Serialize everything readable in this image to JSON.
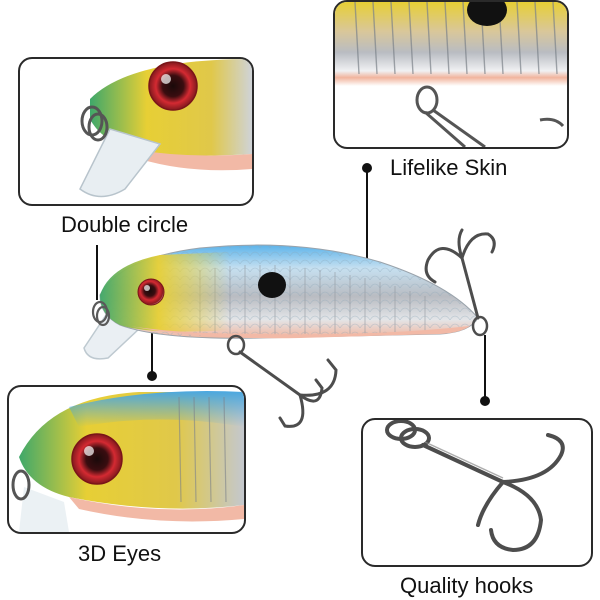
{
  "callouts": {
    "lifelike_skin": "Lifelike Skin",
    "double_circle": "Double circle",
    "eyes_3d": "3D Eyes",
    "quality_hooks": "Quality hooks"
  },
  "colors": {
    "back_blue": "#4aa7e0",
    "head_yellow": "#e7cf35",
    "head_green": "#3fa86a",
    "belly_pink": "#f2b9a6",
    "silver": "#c9ccd1",
    "eye_red": "#c0232b",
    "hook_metal": "#5a5a5a"
  }
}
